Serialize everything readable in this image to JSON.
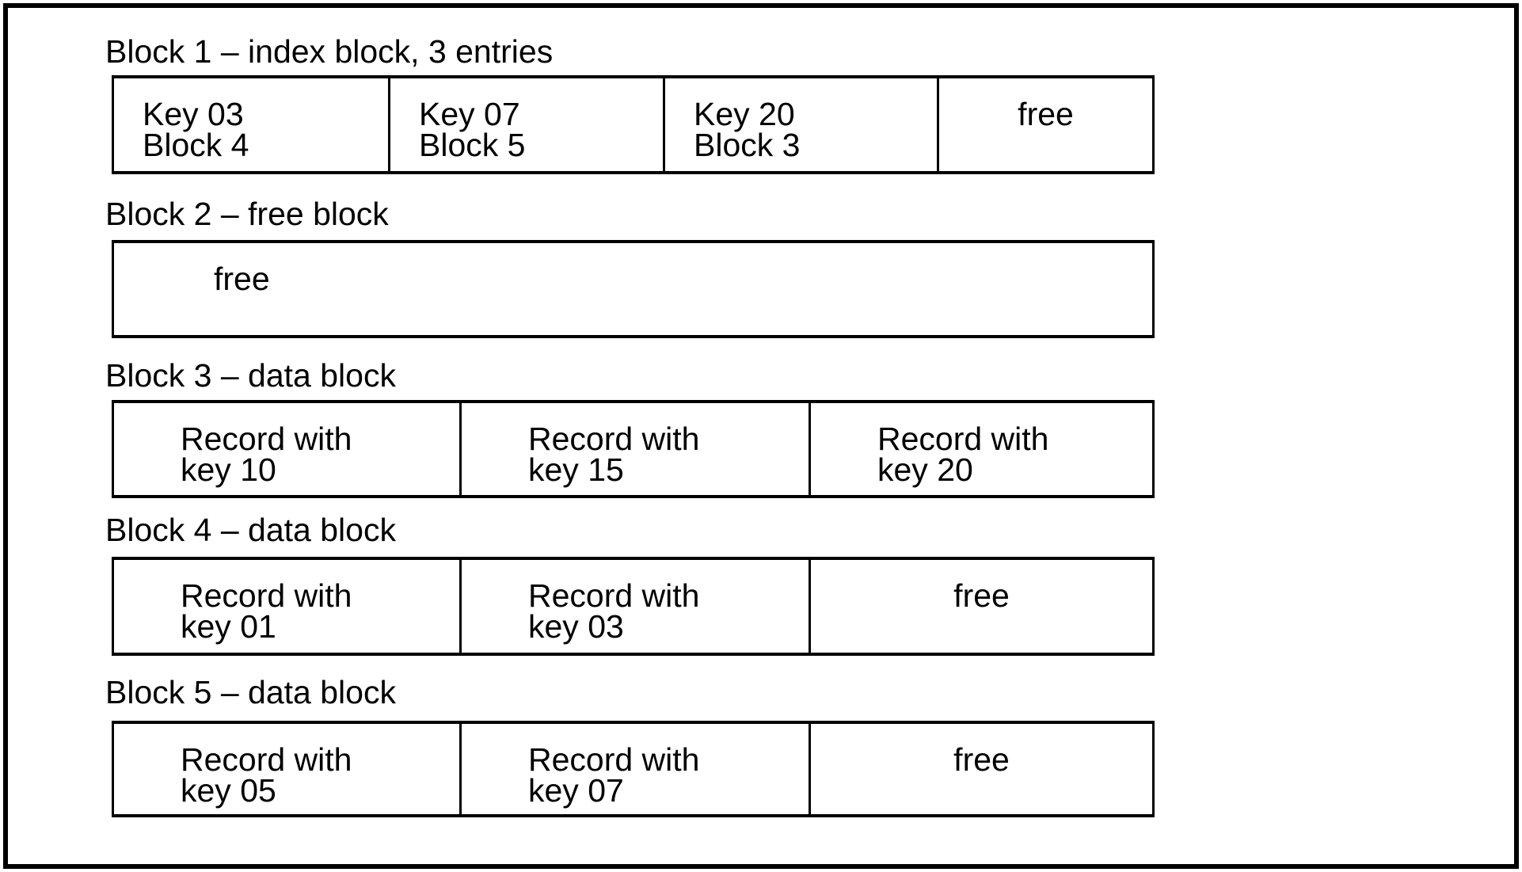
{
  "diagram": {
    "description_colors": {
      "background": "#ffffff",
      "border": "#000000",
      "text": "#000000"
    },
    "blocks": [
      {
        "label": "Block 1 – index block, 3 entries",
        "cells": [
          {
            "line1": "Key 03",
            "line2": "Block 4"
          },
          {
            "line1": "Key 07",
            "line2": "Block 5"
          },
          {
            "line1": "Key 20",
            "line2": "Block 3"
          },
          {
            "line1": "free",
            "line2": ""
          }
        ]
      },
      {
        "label": "Block 2 – free block",
        "cells": [
          {
            "line1": "free",
            "line2": ""
          }
        ]
      },
      {
        "label": "Block 3 – data block",
        "cells": [
          {
            "line1": "Record with",
            "line2": "key 10"
          },
          {
            "line1": "Record with",
            "line2": "key 15"
          },
          {
            "line1": "Record with",
            "line2": "key 20"
          }
        ]
      },
      {
        "label": "Block 4 – data block",
        "cells": [
          {
            "line1": "Record with",
            "line2": "key 01"
          },
          {
            "line1": "Record with",
            "line2": "key 03"
          },
          {
            "line1": "free",
            "line2": ""
          }
        ]
      },
      {
        "label": "Block 5 – data block",
        "cells": [
          {
            "line1": "Record with",
            "line2": "key 05"
          },
          {
            "line1": "Record with",
            "line2": "key 07"
          },
          {
            "line1": "free",
            "line2": ""
          }
        ]
      }
    ]
  }
}
